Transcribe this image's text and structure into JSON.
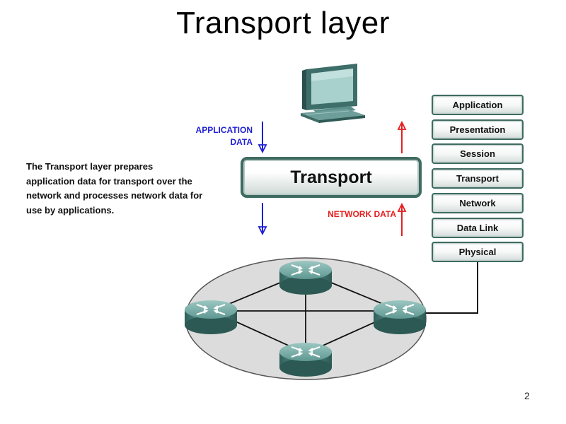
{
  "title": "Transport layer",
  "description": "The Transport layer prepares application data for transport over the network and processes network data for use by applications.",
  "description_lines": [
    "The Transport layer prepares",
    "application data for transport over the",
    "network and processes network data for",
    "use by applications."
  ],
  "labels": {
    "application_data_line1": "APPLICATION",
    "application_data_line2": "DATA",
    "network_data": "NETWORK DATA",
    "transport_box": "Transport"
  },
  "osi_layers": [
    "Application",
    "Presentation",
    "Session",
    "Transport",
    "Network",
    "Data Link",
    "Physical"
  ],
  "page_number": "2",
  "colors": {
    "app_data_blue": "#1f1fd6",
    "network_data_red": "#e51e1e",
    "layer_border": "#3f6b61",
    "router_teal": "#4f8a85",
    "network_cloud": "#dcdcdc"
  },
  "icons": [
    "computer-icon",
    "router-icon"
  ]
}
